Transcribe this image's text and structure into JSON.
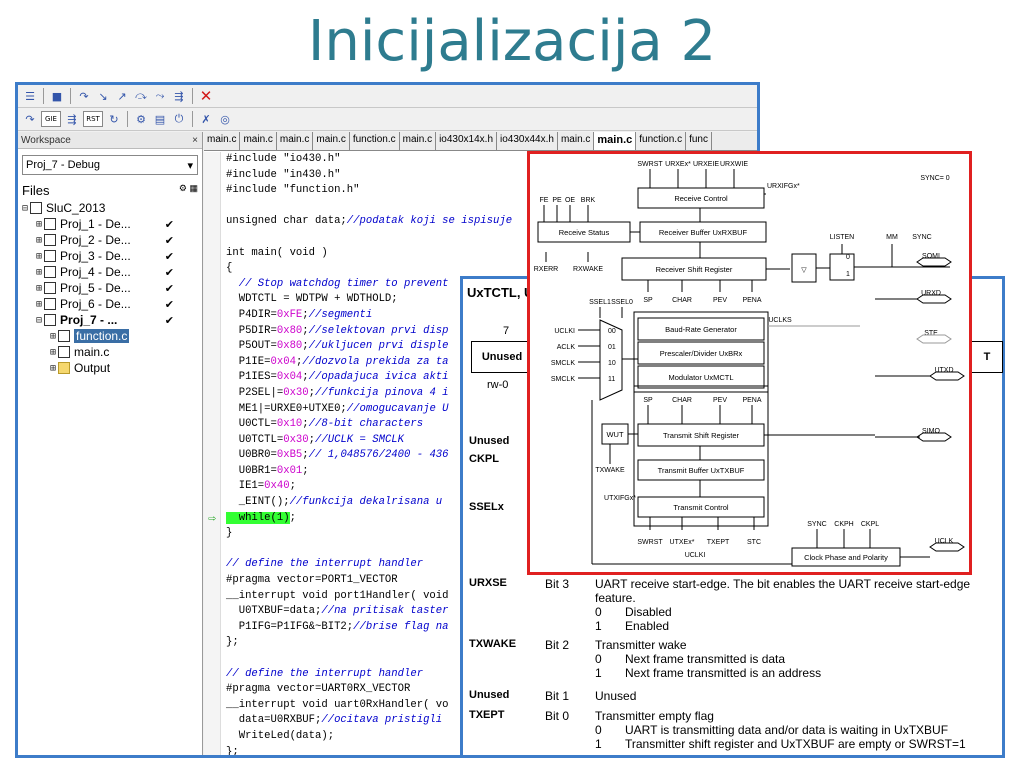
{
  "slide": {
    "title": "Inicijalizacija 2"
  },
  "ide": {
    "workspace_label": "Workspace",
    "workspace_close": "×",
    "config": "Proj_7 - Debug",
    "files_label": "Files",
    "tree": [
      {
        "indent": 0,
        "fold": "⊟",
        "label": "SluC_2013",
        "check": "",
        "bold": false,
        "sel": false,
        "folder": false
      },
      {
        "indent": 1,
        "fold": "⊞",
        "label": "Proj_1 - De...",
        "check": "✔",
        "bold": false,
        "sel": false,
        "folder": false
      },
      {
        "indent": 1,
        "fold": "⊞",
        "label": "Proj_2 - De...",
        "check": "✔",
        "bold": false,
        "sel": false,
        "folder": false
      },
      {
        "indent": 1,
        "fold": "⊞",
        "label": "Proj_3 - De...",
        "check": "✔",
        "bold": false,
        "sel": false,
        "folder": false
      },
      {
        "indent": 1,
        "fold": "⊞",
        "label": "Proj_4 - De...",
        "check": "✔",
        "bold": false,
        "sel": false,
        "folder": false
      },
      {
        "indent": 1,
        "fold": "⊞",
        "label": "Proj_5 - De...",
        "check": "✔",
        "bold": false,
        "sel": false,
        "folder": false
      },
      {
        "indent": 1,
        "fold": "⊞",
        "label": "Proj_6 - De...",
        "check": "✔",
        "bold": false,
        "sel": false,
        "folder": false
      },
      {
        "indent": 1,
        "fold": "⊟",
        "label": "Proj_7 - ...",
        "check": "✔",
        "bold": true,
        "sel": false,
        "folder": false
      },
      {
        "indent": 2,
        "fold": "⊞",
        "label": "function.c",
        "check": "",
        "bold": false,
        "sel": true,
        "folder": false
      },
      {
        "indent": 2,
        "fold": "⊞",
        "label": "main.c",
        "check": "",
        "bold": false,
        "sel": false,
        "folder": false
      },
      {
        "indent": 2,
        "fold": "⊞",
        "label": "Output",
        "check": "",
        "bold": false,
        "sel": false,
        "folder": true
      }
    ],
    "tabs": [
      "main.c",
      "main.c",
      "main.c",
      "main.c",
      "function.c",
      "main.c",
      "io430x14x.h",
      "io430x44x.h",
      "main.c",
      "main.c",
      "function.c",
      "func"
    ],
    "active_tab_index": 9,
    "code_lines": [
      [
        [
          "kw",
          "#include \"io430.h\""
        ]
      ],
      [
        [
          "kw",
          "#include \"in430.h\""
        ]
      ],
      [
        [
          "kw",
          "#include \"function.h\""
        ]
      ],
      [
        [
          "kw",
          ""
        ]
      ],
      [
        [
          "kw",
          "unsigned char data;"
        ],
        [
          "cm",
          "//podatak koji se ispisuje"
        ]
      ],
      [
        [
          "kw",
          ""
        ]
      ],
      [
        [
          "kw",
          "int main( void )"
        ]
      ],
      [
        [
          "kw",
          "{"
        ]
      ],
      [
        [
          "kw",
          "  "
        ],
        [
          "cm",
          "// Stop watchdog timer to prevent"
        ]
      ],
      [
        [
          "kw",
          "  WDTCTL = WDTPW + WDTHOLD;"
        ]
      ],
      [
        [
          "kw",
          "  P4DIR="
        ],
        [
          "num",
          "0xFE"
        ],
        [
          "kw",
          ";"
        ],
        [
          "cm",
          "//segmenti"
        ]
      ],
      [
        [
          "kw",
          "  P5DIR="
        ],
        [
          "num",
          "0x80"
        ],
        [
          "kw",
          ";"
        ],
        [
          "cm",
          "//selektovan prvi disp"
        ]
      ],
      [
        [
          "kw",
          "  P5OUT="
        ],
        [
          "num",
          "0x80"
        ],
        [
          "kw",
          ";"
        ],
        [
          "cm",
          "//ukljucen prvi disple"
        ]
      ],
      [
        [
          "kw",
          "  P1IE="
        ],
        [
          "num",
          "0x04"
        ],
        [
          "kw",
          ";"
        ],
        [
          "cm",
          "//dozvola prekida za ta"
        ]
      ],
      [
        [
          "kw",
          "  P1IES="
        ],
        [
          "num",
          "0x04"
        ],
        [
          "kw",
          ";"
        ],
        [
          "cm",
          "//opadajuca ivica akti"
        ]
      ],
      [
        [
          "kw",
          "  P2SEL|="
        ],
        [
          "num",
          "0x30"
        ],
        [
          "kw",
          ";"
        ],
        [
          "cm",
          "//funkcija pinova 4 i"
        ]
      ],
      [
        [
          "kw",
          "  ME1|=URXE0+UTXE0;"
        ],
        [
          "cm",
          "//omogucavanje U"
        ]
      ],
      [
        [
          "kw",
          "  U0CTL="
        ],
        [
          "num",
          "0x10"
        ],
        [
          "kw",
          ";"
        ],
        [
          "cm",
          "//8-bit characters"
        ]
      ],
      [
        [
          "kw",
          "  U0TCTL="
        ],
        [
          "num",
          "0x30"
        ],
        [
          "kw",
          ";"
        ],
        [
          "cm",
          "//UCLK = SMCLK"
        ]
      ],
      [
        [
          "kw",
          "  U0BR0="
        ],
        [
          "num",
          "0xB5"
        ],
        [
          "kw",
          ";"
        ],
        [
          "cm",
          "// 1,048576/2400 - 436"
        ]
      ],
      [
        [
          "kw",
          "  U0BR1="
        ],
        [
          "num",
          "0x01"
        ],
        [
          "kw",
          ";"
        ]
      ],
      [
        [
          "kw",
          "  IE1="
        ],
        [
          "num",
          "0x40"
        ],
        [
          "kw",
          ";"
        ]
      ],
      [
        [
          "kw",
          "  _EINT();"
        ],
        [
          "cm",
          "//funkcija dekalrisana u"
        ]
      ],
      [
        [
          "hl",
          "  while(1)"
        ],
        [
          "kw",
          ";"
        ]
      ],
      [
        [
          "kw",
          "}"
        ]
      ],
      [
        [
          "kw",
          ""
        ]
      ],
      [
        [
          "cm",
          "// define the interrupt handler"
        ]
      ],
      [
        [
          "kw",
          "#pragma vector=PORT1_VECTOR"
        ]
      ],
      [
        [
          "kw",
          "__interrupt void port1Handler( void"
        ]
      ],
      [
        [
          "kw",
          "  U0TXBUF=data;"
        ],
        [
          "cm",
          "//na pritisak taster"
        ]
      ],
      [
        [
          "kw",
          "  P1IFG=P1IFG&~BIT2;"
        ],
        [
          "cm",
          "//brise flag na"
        ]
      ],
      [
        [
          "kw",
          "};"
        ]
      ],
      [
        [
          "kw",
          ""
        ]
      ],
      [
        [
          "cm",
          "// define the interrupt handler"
        ]
      ],
      [
        [
          "kw",
          "#pragma vector=UART0RX_VECTOR"
        ]
      ],
      [
        [
          "kw",
          "__interrupt void uart0RxHandler( vo"
        ]
      ],
      [
        [
          "kw",
          "  data=U0RXBUF;"
        ],
        [
          "cm",
          "//ocitava pristigli"
        ]
      ],
      [
        [
          "kw",
          "  WriteLed(data);"
        ]
      ],
      [
        [
          "kw",
          "};"
        ]
      ]
    ],
    "current_line_index": 23
  },
  "register": {
    "title": "UxTCTL, U",
    "bit7": "7",
    "cell0": "Unused",
    "reset0": "rw-0",
    "right_cell": "T",
    "side_labels": [
      "Unused",
      "CKPL",
      "SSELx"
    ],
    "rows": [
      {
        "name": "URXSE",
        "bit": "Bit 3",
        "desc": "UART receive start-edge. The bit enables the UART receive start-edge feature.",
        "values": [
          [
            "0",
            "Disabled"
          ],
          [
            "1",
            "Enabled"
          ]
        ]
      },
      {
        "name": "TXWAKE",
        "bit": "Bit 2",
        "desc": "Transmitter wake",
        "values": [
          [
            "0",
            "Next frame transmitted is data"
          ],
          [
            "1",
            "Next frame transmitted is an address"
          ]
        ]
      },
      {
        "name": "Unused",
        "bit": "Bit 1",
        "desc": "Unused",
        "values": []
      },
      {
        "name": "TXEPT",
        "bit": "Bit 0",
        "desc": "Transmitter empty flag",
        "values": [
          [
            "0",
            "UART is transmitting data and/or data is waiting in UxTXBUF"
          ],
          [
            "1",
            "Transmitter shift register and UxTXBUF are empty or SWRST=1"
          ]
        ]
      }
    ]
  },
  "diagram": {
    "top_signals": [
      "SWRST",
      "URXEx*",
      "URXEIE",
      "URXWIE"
    ],
    "sync_label": "SYNC= 0",
    "urxifg": "URXIFGx*",
    "status_flags": [
      "FE",
      "PE",
      "OE",
      "BRK"
    ],
    "blocks": {
      "receive_control": "Receive Control",
      "receive_status": "Receive Status",
      "receiver_buffer": "Receiver Buffer UxRXBUF",
      "receiver_shift": "Receiver Shift Register",
      "baud_gen": "Baud-Rate Generator",
      "prescaler": "Prescaler/Divider UxBRx",
      "modulator": "Modulator UxMCTL",
      "transmit_shift": "Transmit Shift Register",
      "transmit_buffer": "Transmit Buffer UxTXBUF",
      "transmit_control": "Transmit Control",
      "clock_phase": "Clock Phase and Polarity",
      "wut": "WUT"
    },
    "rx_bits": [
      "RXERR",
      "RXWAKE"
    ],
    "rx_params": [
      "SP",
      "CHAR",
      "PEV",
      "PENA"
    ],
    "tx_params": [
      "SP",
      "CHAR",
      "PEV",
      "PENA"
    ],
    "ssel": [
      "SSEL1",
      "SSEL0"
    ],
    "clk_sources": [
      "UCLKI",
      "ACLK",
      "SMCLK",
      "SMCLK"
    ],
    "mux_inputs": [
      "00",
      "01",
      "10",
      "11"
    ],
    "uclks": "UCLKS",
    "listen": "LISTEN",
    "mm": "MM",
    "sync": "SYNC",
    "pins": [
      "SOMI",
      "URXD",
      "STE",
      "UTXD",
      "SIMO",
      "UCLK"
    ],
    "txwake": "TXWAKE",
    "utxifg": "UTXIFGx*",
    "bottom_signals": [
      "SWRST",
      "UTXEx*",
      "TXEPT",
      "STC"
    ],
    "clk_params": [
      "SYNC",
      "CKPH",
      "CKPL"
    ],
    "uclki": "UCLKI",
    "mux_vals": [
      "0",
      "1"
    ]
  },
  "colors": {
    "title": "#2e7c8f",
    "blue_border": "#3d7cc9",
    "red_border": "#e02020",
    "highlight": "#33ff33"
  }
}
